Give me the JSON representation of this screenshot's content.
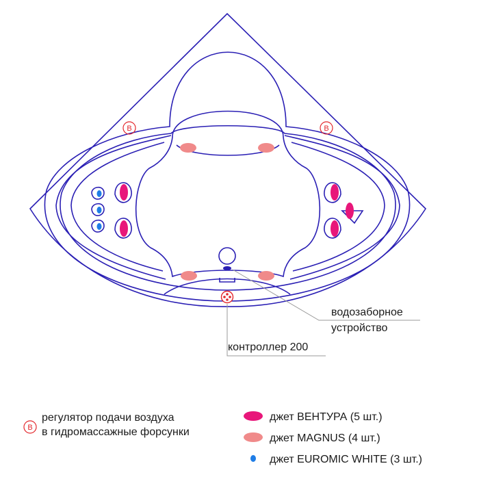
{
  "labels": {
    "intake": [
      "водозаборное",
      "устройство"
    ],
    "controller": "контроллер 200"
  },
  "legend": {
    "air_regulator": [
      "регулятор подачи воздуха",
      "в гидромассажные форсунки"
    ],
    "air_regulator_symbol": "B",
    "jets": [
      {
        "label": "джет ВЕНТУРА (5 шт.)"
      },
      {
        "label": "джет MAGNUS (4 шт.)"
      },
      {
        "label": "джет EUROMIC WHITE (3 шт.)"
      }
    ]
  },
  "colors": {
    "outline": "#2a1fb4",
    "ventura": "#e8167a",
    "magnus": "#f08a8a",
    "euromic": "#1f7de6",
    "regulator": "#e3262b",
    "leader": "#9a9a9a"
  }
}
